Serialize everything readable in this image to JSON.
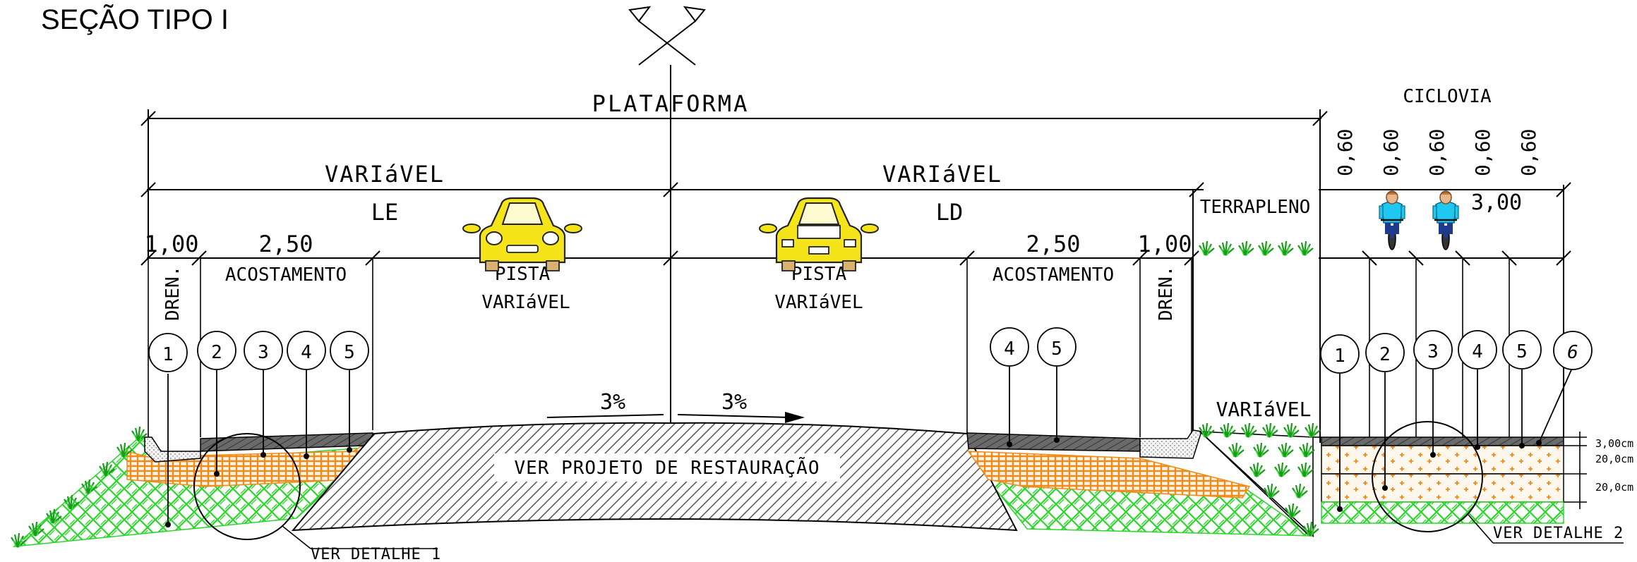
{
  "title": "SEÇÃO TIPO I",
  "labels": {
    "plataforma": "PLATAFORMA",
    "variavel_le": "VARIáVEL",
    "variavel_ld": "VARIáVEL",
    "le": "LE",
    "ld": "LD",
    "dim_1_00_left": "1,00",
    "dim_2_50_left": "2,50",
    "dim_2_50_right": "2,50",
    "dim_1_00_right": "1,00",
    "dren_left": "DREN.",
    "dren_right": "DREN.",
    "acostamento_left": "ACOSTAMENTO",
    "acostamento_right": "ACOSTAMENTO",
    "pista_left": "PISTA",
    "pista_left_sub": "VARIáVEL",
    "pista_right": "PISTA",
    "pista_right_sub": "VARIáVEL",
    "slope_left": "3%",
    "slope_right": "3%",
    "restauracao": "VER PROJETO DE RESTAURAÇÃO",
    "terrapleno": "TERRAPLENO",
    "variavel_terrapleno": "VARIáVEL",
    "ciclovia": "CICLOVIA",
    "ciclovia_width": "3,00",
    "ciclovia_subdims": [
      "0,60",
      "0,60",
      "0,60",
      "0,60",
      "0,60"
    ],
    "thickness_1": "3,00cm",
    "thickness_2": "20,0cm",
    "thickness_3": "20,0cm",
    "detalhe_1": "VER DETALHE 1",
    "detalhe_2": "VER DETALHE 2"
  },
  "callouts_left": [
    "1",
    "2",
    "3",
    "4",
    "5"
  ],
  "callouts_middle": [
    "4",
    "5"
  ],
  "callouts_right": [
    "1",
    "2",
    "3",
    "4",
    "5",
    "6"
  ],
  "colors": {
    "asphalt": "#555555",
    "base_orange": "#f08a1a",
    "grass_green": "#2bd62b",
    "car_yellow": "#f5e41a",
    "cyclist_cyan": "#1ec8f0"
  },
  "icons": [
    "compass-north-icon",
    "car-front-icon",
    "car-rear-icon",
    "cyclist-icon",
    "grass-icon"
  ]
}
